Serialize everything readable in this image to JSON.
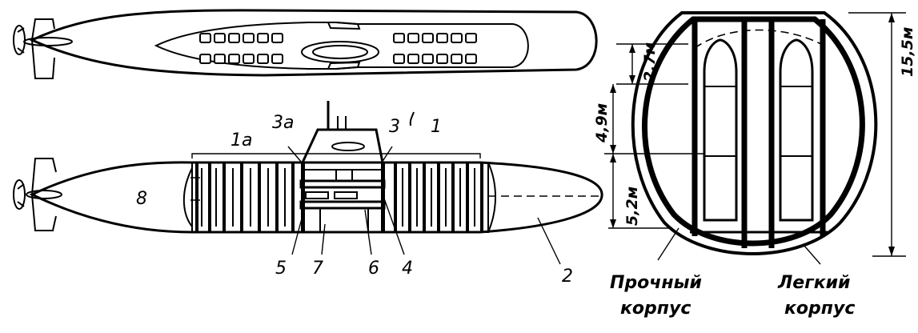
{
  "labels": {
    "c1a": "1а",
    "c3a": "3а",
    "c3": "3",
    "c1": "1",
    "c8": "8",
    "c5": "5",
    "c7": "7",
    "c6": "6",
    "c4": "4",
    "c2": "2"
  },
  "dimensions": {
    "upper": "2,7м",
    "middle": "4,9м",
    "lower": "5,2м",
    "overall": "15,5м"
  },
  "captions": {
    "pressure_hull": [
      "Прочный",
      "корпус"
    ],
    "light_hull": [
      "Легкий",
      "корпус"
    ]
  }
}
